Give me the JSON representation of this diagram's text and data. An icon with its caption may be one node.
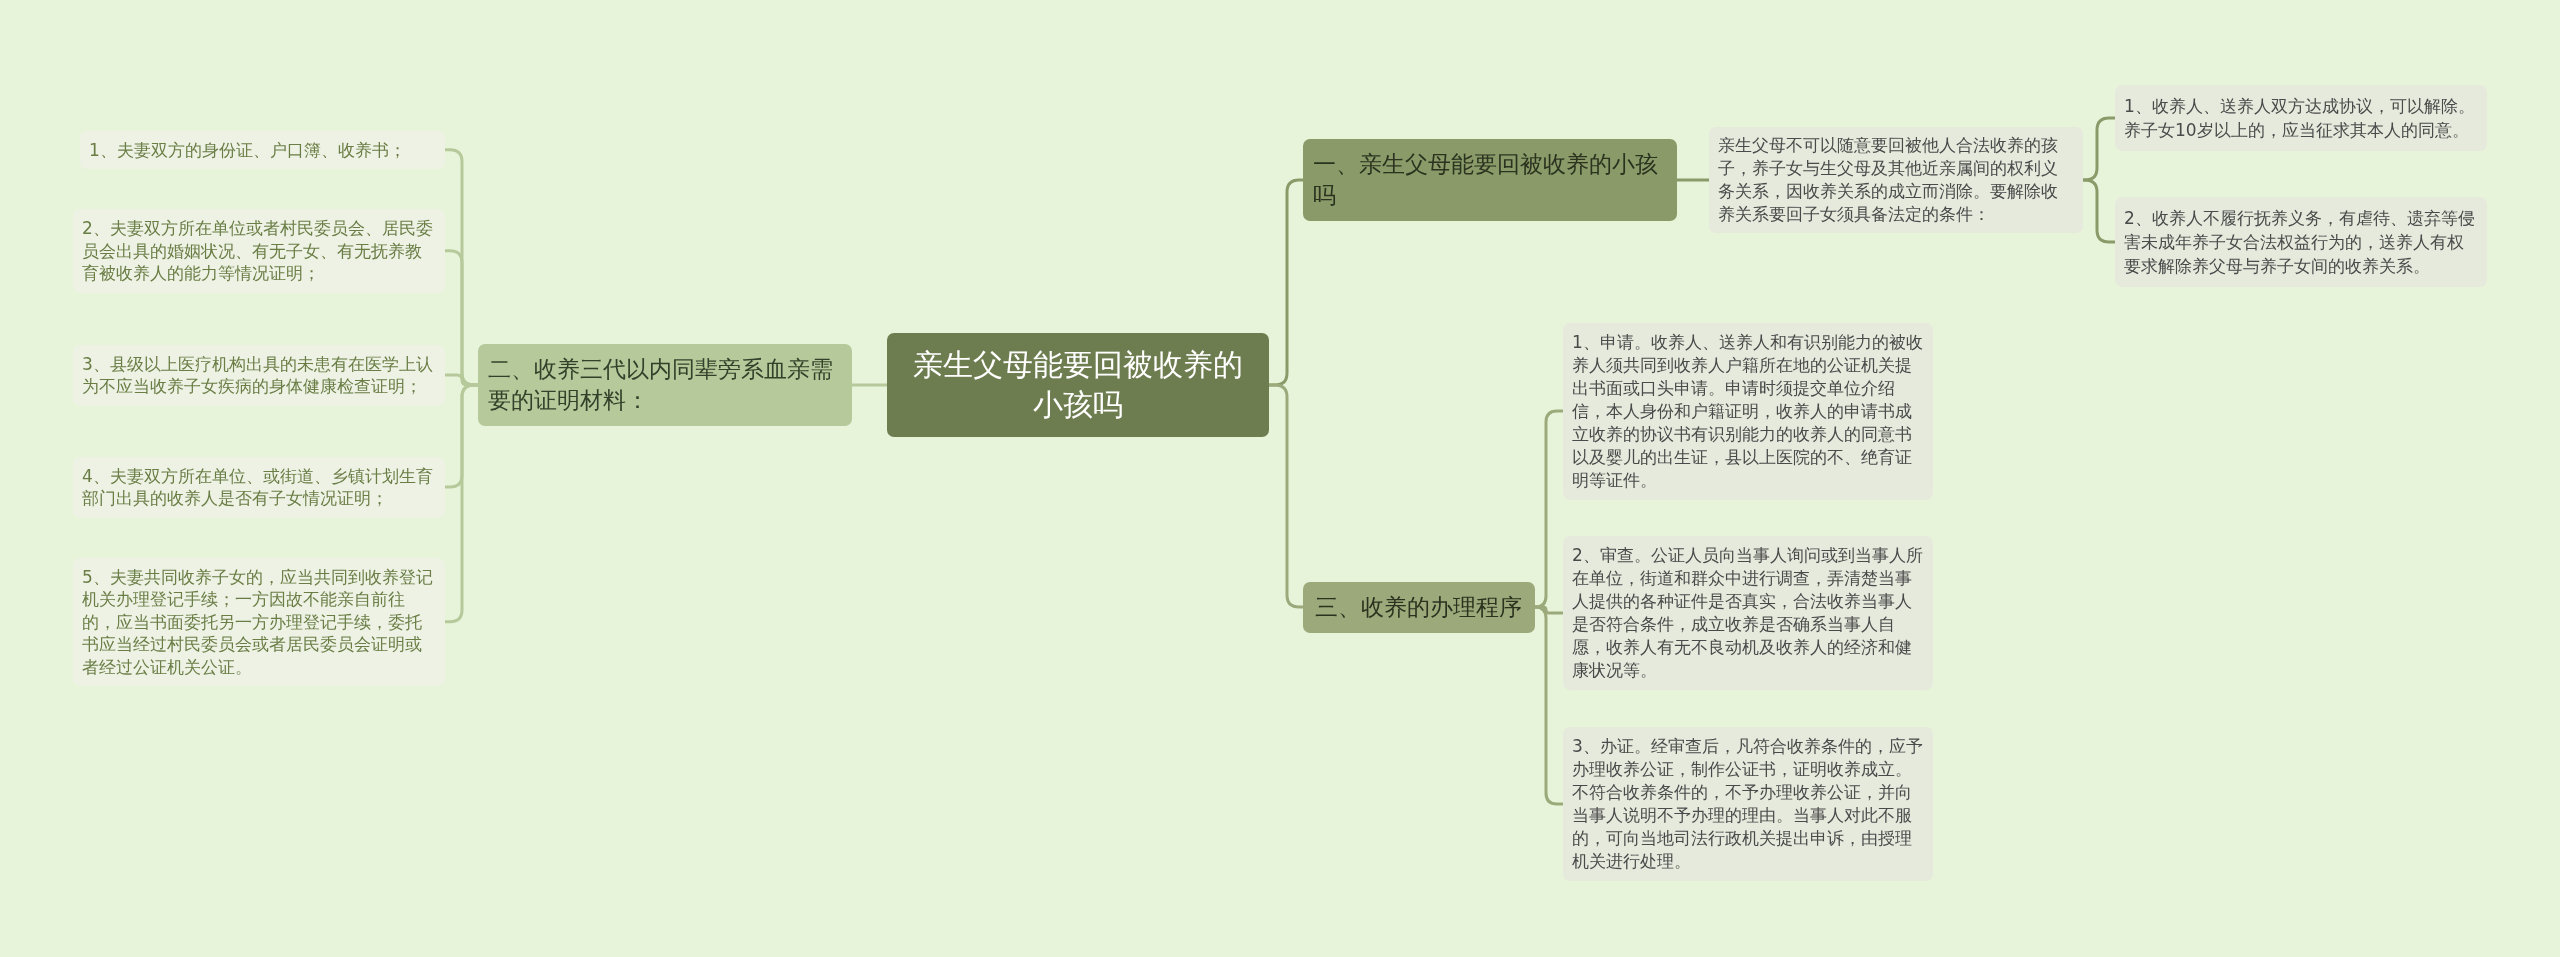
{
  "diagram": {
    "nodes": [
      {
        "text": [
          "亲生父母能要回被收养的小孩吗"
        ]
      },
      {
        "text": [
          "一、亲生父母能要回被收养的小孩吗"
        ]
      },
      {
        "text": [
          "亲生父母不可以随意要回被他人合法收养的孩子，养子女与生父母及其他近亲属间的权利义务关系，因收养关系的成立而消除。要解除收养关系要回子女须具备法定的条件："
        ]
      },
      {
        "text": [
          "1、收养人、送养人双方达成协议，可以解除。养子女10岁以上的，应当征求其本人的同意。"
        ]
      },
      {
        "text": [
          "2、收养人不履行抚养义务，有虐待、遗弃等侵害未成年养子女合法权益行为的，送养人有权要求解除养父母与养子女间的收养关系。"
        ]
      },
      {
        "text": [
          "二、收养三代以内同辈旁系血亲需要的证明材料："
        ]
      },
      {
        "text": [
          "1、夫妻双方的身份证、户口簿、收养书；"
        ]
      },
      {
        "text": [
          "2、夫妻双方所在单位或者村民委员会、居民委员会出具的婚姻状况、有无子女、有无抚养教育被收养人的能力等情况证明；"
        ]
      },
      {
        "text": [
          "3、县级以上医疗机构出具的未患有在医学上认为不应当收养子女疾病的身体健康检查证明；"
        ]
      },
      {
        "text": [
          "4、夫妻双方所在单位、或街道、乡镇计划生育部门出具的收养人是否有子女情况证明；"
        ]
      },
      {
        "text": [
          "5、夫妻共同收养子女的，应当共同到收养登记机关办理登记手续；一方因故不能亲自前往的，应当书面委托另一方办理登记手续，委托书应当经过村民委员会或者居民委员会证明或者经过公证机关公证。"
        ]
      },
      {
        "text": [
          "三、收养的办理程序"
        ]
      },
      {
        "text": [
          "1、申请。收养人、送养人和有识别能力的被收养人须共同到收养人户籍所在地的公证机关提出书面或口头申请。申请时须提交单位介绍信，本人身份和户籍证明，收养人的申请书成立收养的协议书有识别能力的收养人的同意书以及婴儿的出生证，县以上医院的不、绝育证明等证件。"
        ]
      },
      {
        "text": [
          "2、审查。公证人员向当事人询问或到当事人所在单位，街道和群众中进行调查，弄清楚当事人提供的各种证件是否真实，合法收养当事人是否符合条件，成立收养是否确系当事人自愿，收养人有无不良动机及收养人的经济和健康状况等。"
        ]
      },
      {
        "text": [
          "3、办证。经审查后，凡符合收养条件的，应予办理收养公证，制作公证书，证明收养成立。不符合收养条件的，不予办理收养公证，并向当事人说明不予办理的理由。当事人对此不服的，可向当地司法行政机关提出申诉，由授理机关进行处理。"
        ]
      }
    ],
    "edges": [
      {
        "from": 0,
        "to": 1,
        "arrow": "none",
        "color": "#8a9a69"
      },
      {
        "from": 1,
        "to": 2,
        "arrow": "none",
        "color": "#8a9a69"
      },
      {
        "from": 2,
        "to": 3,
        "arrow": "none",
        "color": "#8a9a69"
      },
      {
        "from": 2,
        "to": 4,
        "arrow": "none",
        "color": "#8a9a69"
      },
      {
        "from": 0,
        "to": 5,
        "arrow": "none"
      },
      {
        "from": 5,
        "to": 6,
        "arrow": "none"
      },
      {
        "from": 5,
        "to": 7,
        "arrow": "none"
      },
      {
        "from": 5,
        "to": 8,
        "arrow": "none"
      },
      {
        "from": 5,
        "to": 9,
        "arrow": "none"
      },
      {
        "from": 5,
        "to": 10,
        "arrow": "none"
      },
      {
        "from": 0,
        "to": 11,
        "arrow": "none",
        "color": "#9caa7b"
      },
      {
        "from": 11,
        "to": 12,
        "arrow": "none",
        "color": "#9caa7b"
      },
      {
        "from": 11,
        "to": 13,
        "arrow": "none",
        "color": "#9caa7b"
      },
      {
        "from": 11,
        "to": 14,
        "arrow": "none",
        "color": "#9caa7b"
      }
    ]
  }
}
